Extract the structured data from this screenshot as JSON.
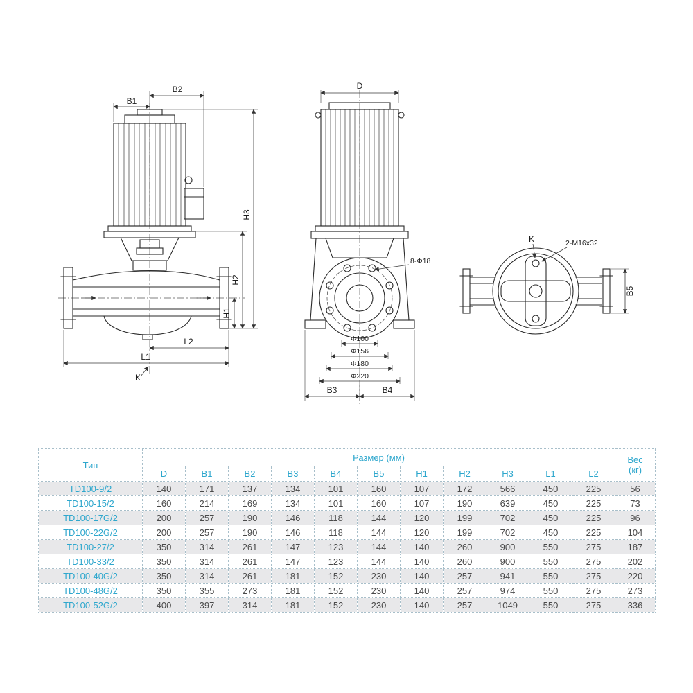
{
  "colors": {
    "accent": "#2ea7cd",
    "row_shade": "#e8e8ea",
    "table_border": "#a8bfca",
    "drawing_line": "#2a2a2a"
  },
  "drawings": {
    "side_view": {
      "dim_b2": "B2",
      "dim_b1": "B1",
      "dim_h3": "H3",
      "dim_h2": "H2",
      "dim_h1": "H1",
      "dim_l2": "L2",
      "dim_l1": "L1",
      "dim_k": "K"
    },
    "front_view": {
      "dim_d": "D",
      "bolt_holes_note": "8-Φ18",
      "dia_bore": "Φ100",
      "dia_raised_face": "Φ156",
      "dia_bolt_circle": "Φ180",
      "dia_flange": "Φ220",
      "dim_b3": "B3",
      "dim_b4": "B4"
    },
    "top_view": {
      "dim_k": "K",
      "thread_note": "2-M16x32",
      "dim_b5": "B5"
    }
  },
  "table": {
    "type_header": "Тип",
    "size_header": "Размер (мм)",
    "weight_header_line1": "Вес",
    "weight_header_line2": "(кг)",
    "columns": [
      "D",
      "B1",
      "B2",
      "B3",
      "B4",
      "B5",
      "H1",
      "H2",
      "H3",
      "L1",
      "L2"
    ],
    "rows": [
      {
        "type": "TD100-9/2",
        "sizes": [
          140,
          171,
          137,
          134,
          101,
          160,
          107,
          172,
          566,
          450,
          225
        ],
        "weight": 56
      },
      {
        "type": "TD100-15/2",
        "sizes": [
          160,
          214,
          169,
          134,
          101,
          160,
          107,
          190,
          639,
          450,
          225
        ],
        "weight": 73
      },
      {
        "type": "TD100-17G/2",
        "sizes": [
          200,
          257,
          190,
          146,
          118,
          144,
          120,
          199,
          702,
          450,
          225
        ],
        "weight": 96
      },
      {
        "type": "TD100-22G/2",
        "sizes": [
          200,
          257,
          190,
          146,
          118,
          144,
          120,
          199,
          702,
          450,
          225
        ],
        "weight": 104
      },
      {
        "type": "TD100-27/2",
        "sizes": [
          350,
          314,
          261,
          147,
          123,
          144,
          140,
          260,
          900,
          550,
          275
        ],
        "weight": 187
      },
      {
        "type": "TD100-33/2",
        "sizes": [
          350,
          314,
          261,
          147,
          123,
          144,
          140,
          260,
          900,
          550,
          275
        ],
        "weight": 202
      },
      {
        "type": "TD100-40G/2",
        "sizes": [
          350,
          314,
          261,
          181,
          152,
          230,
          140,
          257,
          941,
          550,
          275
        ],
        "weight": 220
      },
      {
        "type": "TD100-48G/2",
        "sizes": [
          350,
          355,
          273,
          181,
          152,
          230,
          140,
          257,
          974,
          550,
          275
        ],
        "weight": 273
      },
      {
        "type": "TD100-52G/2",
        "sizes": [
          400,
          397,
          314,
          181,
          152,
          230,
          140,
          257,
          1049,
          550,
          275
        ],
        "weight": 336
      }
    ]
  }
}
